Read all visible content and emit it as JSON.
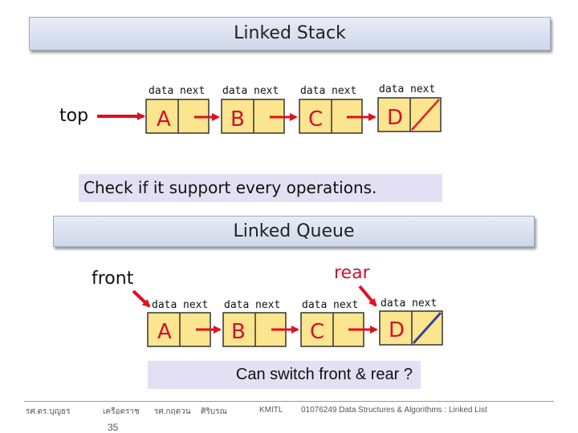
{
  "stack": {
    "title": "Linked Stack",
    "pointer_label": "top",
    "field_labels": {
      "data": "data",
      "next": "next"
    },
    "nodes": [
      "A",
      "B",
      "C",
      "D"
    ],
    "note": "Check if it support every operations."
  },
  "queue": {
    "title": "Linked Queue",
    "front_label": "front",
    "rear_label": "rear",
    "field_labels": {
      "data": "data",
      "next": "next"
    },
    "nodes": [
      "A",
      "B",
      "C",
      "D"
    ],
    "note": "Can switch front & rear ?"
  },
  "footer": {
    "author1": "รศ.ดร.บุญธร",
    "author2": "เครือตราช",
    "author3": "รศ.กฤตวน",
    "author4": "ศิริบรณ",
    "org": "KMITL",
    "course": "01076249 Data Structures & Algorithms : Linked List",
    "page": "35"
  },
  "colors": {
    "node_fill": "#fbe58e",
    "node_border": "#333333",
    "arrow": "#e01020",
    "node_text": "#d01030",
    "null_slash": "#e02030",
    "null_slash_queue": "#334499"
  }
}
